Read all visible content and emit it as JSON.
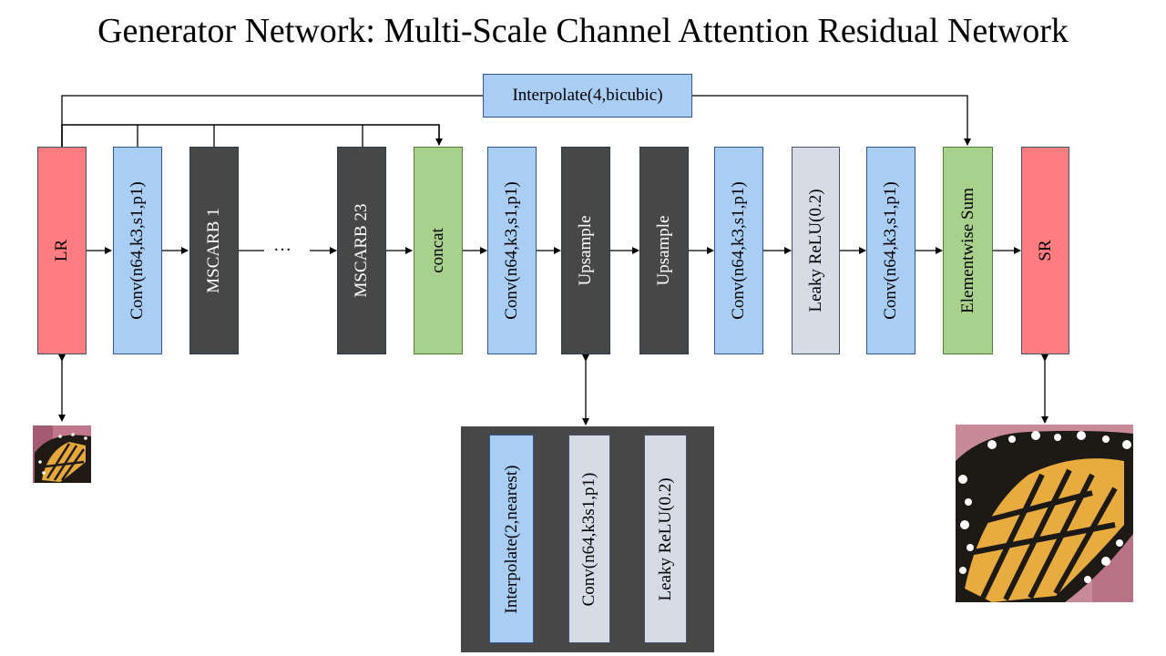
{
  "title": "Generator Network: Multi-Scale Channel Attention Residual Network",
  "main_blocks": {
    "lr": "LR",
    "conv1": "Conv(n64,k3,s1,p1)",
    "mscarb1": "MSCARB 1",
    "ellipsis": "…",
    "mscarb23": "MSCARB 23",
    "concat": "concat",
    "conv2": "Conv(n64,k3,s1,p1)",
    "upsample1": "Upsample",
    "upsample2": "Upsample",
    "conv3": "Conv(n64,k3,s1,p1)",
    "leaky": "Leaky ReLU(0.2)",
    "conv4": "Conv(n64,k3,s1,p1)",
    "sum": "Elementwise Sum",
    "sr": "SR"
  },
  "interpolate_top": "Interpolate(4,bicubic)",
  "upsample_detail": {
    "interp": "Interpolate(2,nearest)",
    "conv": "Conv(n64,k3s1,p1)",
    "leaky": "Leaky ReLU(0.2)"
  },
  "colors": {
    "image_io": "#ff7c80",
    "conv": "#a9cdf3",
    "mscarb_upsample": "#474747",
    "concat_sum": "#a9d18e",
    "activation": "#d6dce5"
  },
  "images": {
    "lr_thumbnail": "butterfly-low-res",
    "sr_thumbnail": "butterfly-super-res"
  }
}
